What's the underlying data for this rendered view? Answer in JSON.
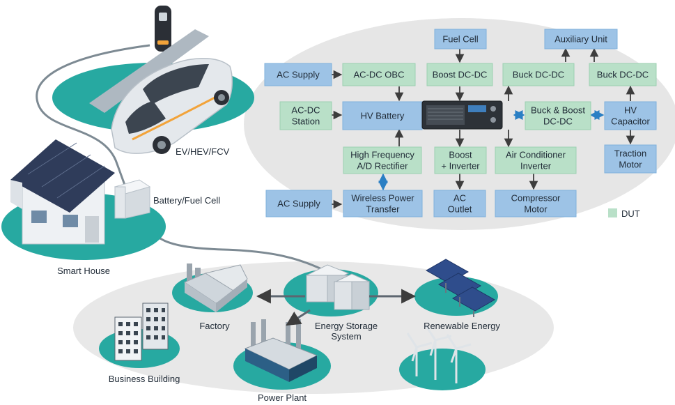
{
  "colors": {
    "blue_box": "#9dc3e6",
    "blue_box_stroke": "#7fb0dc",
    "green_box": "#b9e0c8",
    "green_box_stroke": "#9cd0b1",
    "ellipse_bg": "#e6e6e6",
    "teal": "#27a9a1",
    "arrow": "#3d3d3d",
    "bi_arrow": "#2a7fc4"
  },
  "diagram": {
    "blocks": {
      "fuel_cell": [
        "Fuel Cell"
      ],
      "auxiliary_unit": [
        "Auxiliary Unit"
      ],
      "ac_supply_top": [
        "AC Supply"
      ],
      "acdc_obc": [
        "AC-DC OBC"
      ],
      "boost_dcdc": [
        "Boost DC-DC"
      ],
      "buck_dcdc_1": [
        "Buck DC-DC"
      ],
      "buck_dcdc_2": [
        "Buck DC-DC"
      ],
      "acdc_station": [
        "AC-DC",
        "Station"
      ],
      "hv_battery": [
        "HV Battery"
      ],
      "buck_boost": [
        "Buck & Boost",
        "DC-DC"
      ],
      "hv_capacitor": [
        "HV",
        "Capacitor"
      ],
      "hf_rectifier": [
        "High Frequency",
        "A/D Rectifier"
      ],
      "boost_inverter": [
        "Boost",
        "+ Inverter"
      ],
      "ac_inverter": [
        "Air Conditioner",
        "Inverter"
      ],
      "traction_motor": [
        "Traction",
        "Motor"
      ],
      "ac_supply_bottom": [
        "AC Supply"
      ],
      "wireless_power": [
        "Wireless Power",
        "Transfer"
      ],
      "ac_outlet": [
        "AC",
        "Outlet"
      ],
      "compressor_motor": [
        "Compressor",
        "Motor"
      ]
    },
    "legend_label": "DUT",
    "scene_labels": {
      "ev": "EV/HEV/FCV",
      "battery_fuel_cell": "Battery/Fuel Cell",
      "smart_house": "Smart House",
      "factory": "Factory",
      "energy_storage": [
        "Energy Storage",
        "System"
      ],
      "renewable": "Renewable Energy",
      "business_building": "Business Building",
      "power_plant": "Power Plant"
    }
  }
}
